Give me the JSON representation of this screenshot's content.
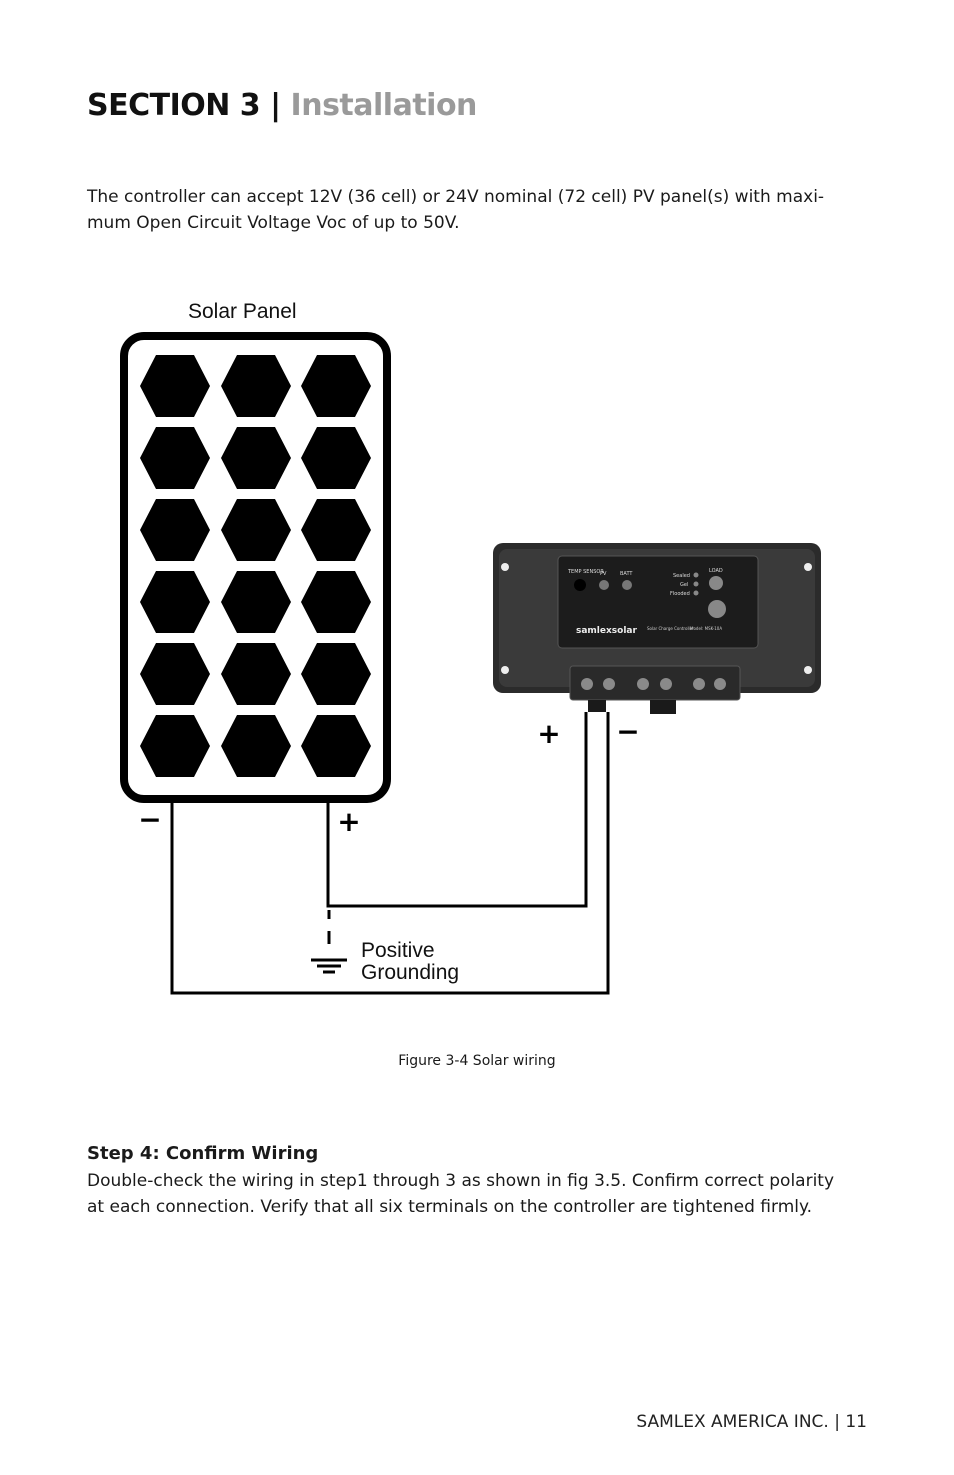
{
  "header": {
    "section": "SECTION 3",
    "separator": "|",
    "title": "Installation"
  },
  "intro": {
    "line1": "The controller can accept 12V (36 cell) or 24V nominal (72 cell) PV panel(s) with maxi-",
    "line2": "mum Open Circuit Voltage Voc of up to 50V."
  },
  "figure": {
    "solar_panel_label": "Solar Panel",
    "panel_minus": "−",
    "panel_plus": "+",
    "controller_plus": "+",
    "controller_minus": "−",
    "ground_line1": "Positive",
    "ground_line2": "Grounding",
    "controller": {
      "brand": "samlexsolar",
      "model": "Model: MSK-10A",
      "product": "Solar Charge Controller",
      "temp_sensor": "TEMP SENSOR",
      "pv": "PV",
      "batt": "BATT",
      "load": "LOAD",
      "sealed": "Sealed",
      "gel": "Gel",
      "flooded": "Flooded"
    },
    "caption": "Figure 3-4  Solar wiring"
  },
  "step": {
    "title": "Step 4: Confirm Wiring",
    "line1": "Double-check the wiring in step1 through 3 as shown in fig 3.5. Confirm correct polarity",
    "line2": "at each connection. Verify that all six terminals on the controller are tightened firmly."
  },
  "footer": {
    "company": "SAMLEX AMERICA INC.",
    "separator": "|",
    "page_number": "11"
  },
  "colors": {
    "title_gray": "#9a9a9a",
    "ink": "#111111"
  }
}
